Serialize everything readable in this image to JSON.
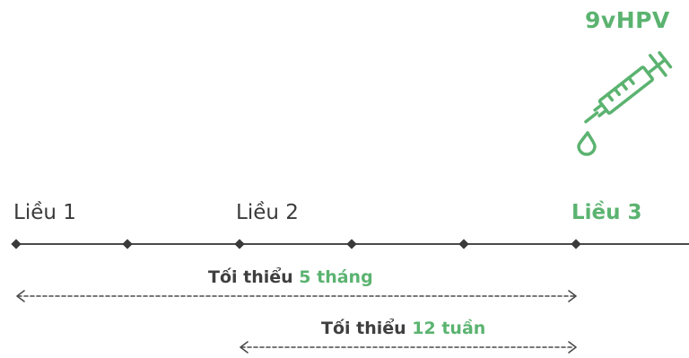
{
  "vaccine": {
    "name": "9vHPV"
  },
  "doses": [
    {
      "label": "Liều 1"
    },
    {
      "label": "Liều 2"
    },
    {
      "label": "Liều 3"
    }
  ],
  "intervals": [
    {
      "prefix": "Tối thiểu ",
      "value": "5 tháng",
      "from": "Liều 1",
      "to": "Liều 3"
    },
    {
      "prefix": "Tối thiểu ",
      "value": "12 tuần",
      "from": "Liều 2",
      "to": "Liều 3"
    }
  ],
  "colors": {
    "accent": "#5bb370",
    "text": "#3a3a3a",
    "line": "#4a4a4a"
  }
}
